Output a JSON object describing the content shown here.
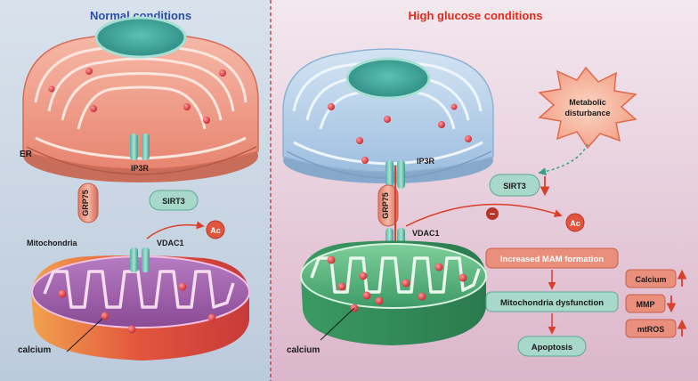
{
  "panels": {
    "left": {
      "title": "Normal conditions",
      "labels": {
        "er": "ER",
        "ip3r": "IP3R",
        "grp75": "GRP75",
        "sirt3": "SIRT3",
        "mitochondria": "Mitochondria",
        "vdac1": "VDAC1",
        "ac": "Ac",
        "calcium": "calcium"
      }
    },
    "right": {
      "title": "High glucose conditions",
      "labels": {
        "ip3r": "IP3R",
        "grp75": "GRP75",
        "sirt3": "SIRT3",
        "vdac1": "VDAC1",
        "ac": "Ac",
        "calcium": "calcium",
        "inhibit": "−"
      },
      "burst": {
        "line1": "Metabolic",
        "line2": "disturbance"
      },
      "flow": {
        "step1": "Increased MAM formation",
        "step2": "Mitochondria dysfunction",
        "step3": "Apoptosis"
      },
      "indicators": [
        {
          "label": "Calcium",
          "direction": "up"
        },
        {
          "label": "MMP",
          "direction": "down"
        },
        {
          "label": "mtROS",
          "direction": "up"
        }
      ]
    }
  },
  "colors": {
    "left_bg": "#cfd9e6",
    "right_bg": "#ecdbe6",
    "left_title": "#2b4fa8",
    "right_title": "#e02a1a",
    "arrow_red": "#d9402c",
    "teal_box": "#a7d8c9",
    "salmon_box": "#e98f7c"
  }
}
